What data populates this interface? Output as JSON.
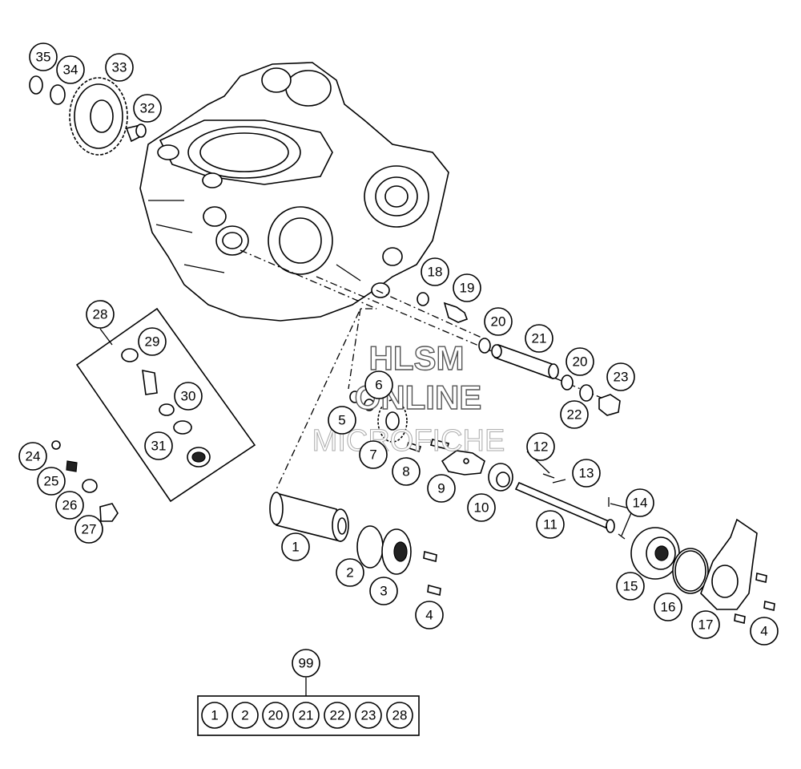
{
  "watermark": {
    "line1": "HLSM",
    "line2": "ONLINE",
    "line3": "MICROFICHE"
  },
  "callouts": [
    {
      "id": "c35",
      "label": "35"
    },
    {
      "id": "c34",
      "label": "34"
    },
    {
      "id": "c33",
      "label": "33"
    },
    {
      "id": "c32",
      "label": "32"
    },
    {
      "id": "c18",
      "label": "18"
    },
    {
      "id": "c19",
      "label": "19"
    },
    {
      "id": "c20a",
      "label": "20"
    },
    {
      "id": "c21",
      "label": "21"
    },
    {
      "id": "c20b",
      "label": "20"
    },
    {
      "id": "c23",
      "label": "23"
    },
    {
      "id": "c22",
      "label": "22"
    },
    {
      "id": "c28",
      "label": "28"
    },
    {
      "id": "c29",
      "label": "29"
    },
    {
      "id": "c30",
      "label": "30"
    },
    {
      "id": "c31",
      "label": "31"
    },
    {
      "id": "c6",
      "label": "6"
    },
    {
      "id": "c5",
      "label": "5"
    },
    {
      "id": "c7",
      "label": "7"
    },
    {
      "id": "c8",
      "label": "8"
    },
    {
      "id": "c9",
      "label": "9"
    },
    {
      "id": "c12",
      "label": "12"
    },
    {
      "id": "c13",
      "label": "13"
    },
    {
      "id": "c14",
      "label": "14"
    },
    {
      "id": "c10",
      "label": "10"
    },
    {
      "id": "c11",
      "label": "11"
    },
    {
      "id": "c24",
      "label": "24"
    },
    {
      "id": "c25",
      "label": "25"
    },
    {
      "id": "c26",
      "label": "26"
    },
    {
      "id": "c27",
      "label": "27"
    },
    {
      "id": "c1",
      "label": "1"
    },
    {
      "id": "c2",
      "label": "2"
    },
    {
      "id": "c3",
      "label": "3"
    },
    {
      "id": "c4a",
      "label": "4"
    },
    {
      "id": "c15",
      "label": "15"
    },
    {
      "id": "c16",
      "label": "16"
    },
    {
      "id": "c17",
      "label": "17"
    },
    {
      "id": "c4b",
      "label": "4"
    },
    {
      "id": "c99",
      "label": "99"
    }
  ],
  "kit": {
    "items": [
      "1",
      "2",
      "20",
      "21",
      "22",
      "23",
      "28"
    ]
  }
}
